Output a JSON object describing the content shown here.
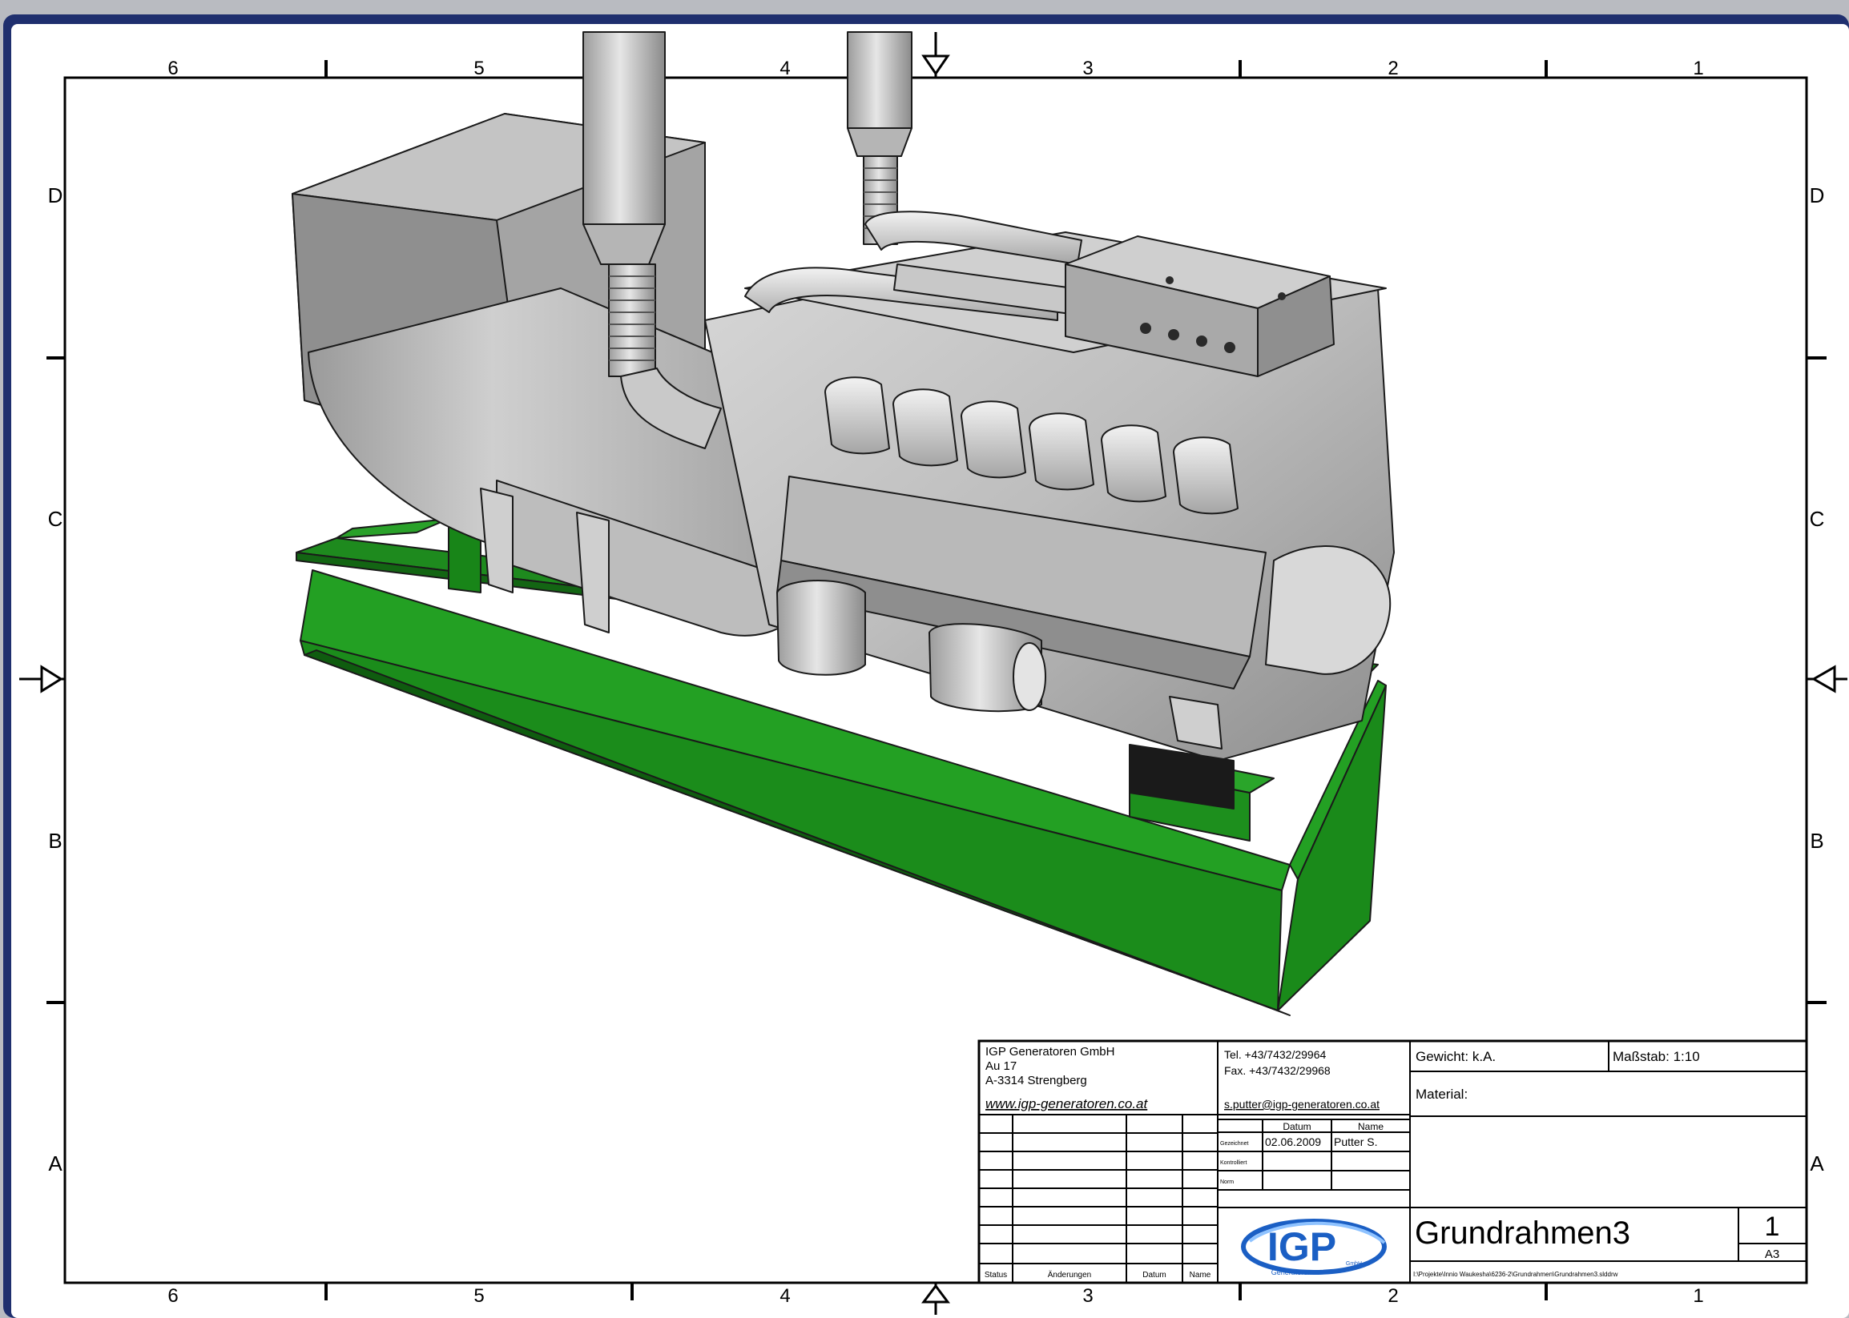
{
  "drawing": {
    "zones_cols": [
      "6",
      "5",
      "4",
      "3",
      "2",
      "1"
    ],
    "zones_rows": [
      "D",
      "C",
      "B",
      "A"
    ]
  },
  "title_block": {
    "company": {
      "name": "IGP Generatoren GmbH",
      "street": "Au 17",
      "city": "A-3314 Strengberg",
      "web": "www.igp-generatoren.co.at"
    },
    "contact": {
      "tel": "Tel. +43/7432/29964",
      "fax": "Fax. +43/7432/29968",
      "email": "s.putter@igp-generatoren.co.at"
    },
    "date_table": {
      "col_datum": "Datum",
      "col_name": "Name",
      "row_gezeichnet": "Gezeichnet",
      "row_kontrolliert": "Kontrolliert",
      "row_norm": "Norm",
      "datum": "02.06.2009",
      "name": "Putter S."
    },
    "gewicht": "Gewicht: k.A.",
    "massstab": "Maßstab: 1:10",
    "material": "Material:",
    "title": "Grundrahmen3",
    "sheet": "1",
    "format": "A3",
    "path": "I:\\Projekte\\Innio Waukesha\\6236-2\\Grundrahmen\\Grundrahmen3.slddrw",
    "revision_headers": {
      "status": "Status",
      "aenderungen": "Änderungen",
      "datum": "Datum",
      "name": "Name"
    },
    "logo_text": "IGP",
    "logo_sub": "Generatoren",
    "logo_gmbh": "GmbH"
  }
}
